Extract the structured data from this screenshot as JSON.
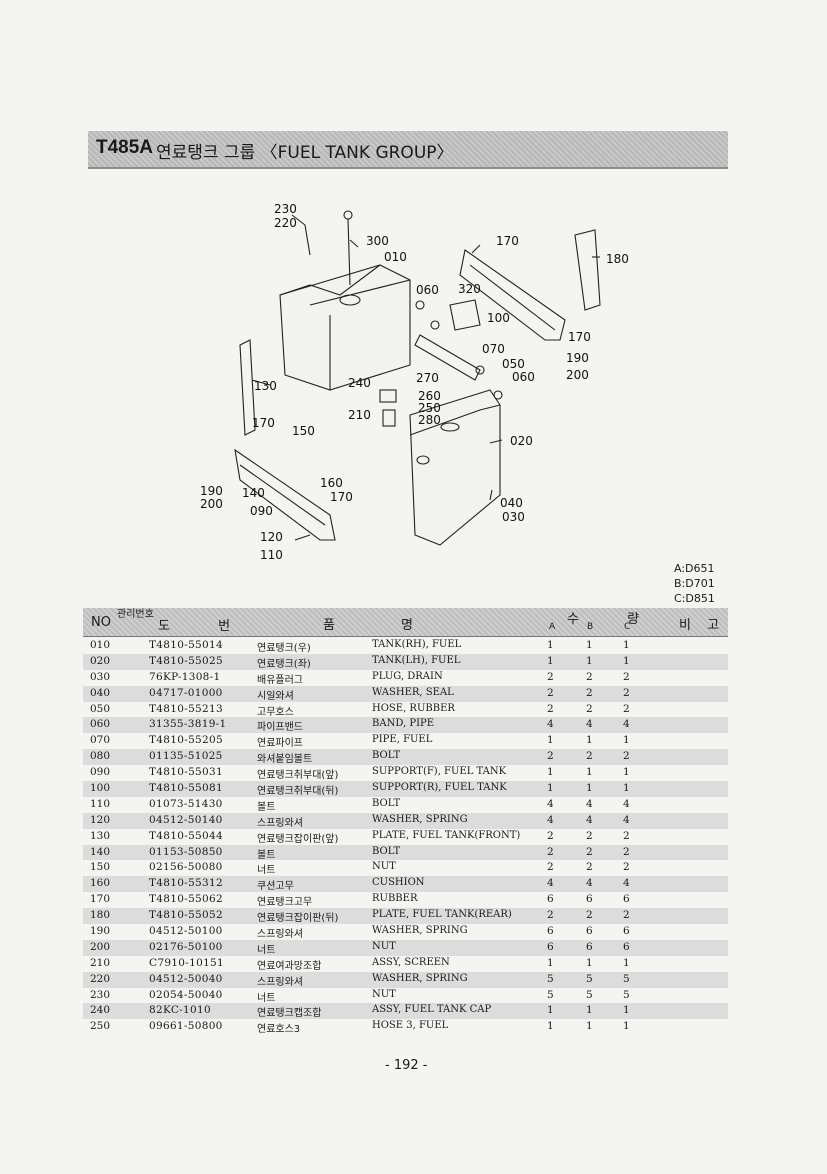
{
  "header": {
    "model": "T485A",
    "title": "연료탱크 그룹 〈FUEL TANK GROUP〉"
  },
  "diagram": {
    "callouts": [
      "230",
      "220",
      "300",
      "010",
      "170",
      "180",
      "060",
      "320",
      "100",
      "170",
      "070",
      "050",
      "060",
      "190",
      "200",
      "130",
      "240",
      "270",
      "260",
      "250",
      "280",
      "210",
      "170",
      "150",
      "020",
      "160",
      "190",
      "140",
      "170",
      "200",
      "090",
      "040",
      "030",
      "120",
      "110"
    ]
  },
  "models": [
    "A:D651",
    "B:D701",
    "C:D851"
  ],
  "table": {
    "headers": {
      "no": "NO",
      "mgmt": "관리번호",
      "drawing": "도 번",
      "name_kr": "품",
      "name_en": "명",
      "qty": "수 량",
      "a": "A",
      "b": "B",
      "c": "C",
      "note": "비 고"
    },
    "rows": [
      {
        "no": "010",
        "part": "T4810-55014",
        "kr": "연료탱크(우)",
        "en": "TANK(RH), FUEL",
        "a": "1",
        "b": "1",
        "c": "1"
      },
      {
        "no": "020",
        "part": "T4810-55025",
        "kr": "연료탱크(좌)",
        "en": "TANK(LH), FUEL",
        "a": "1",
        "b": "1",
        "c": "1"
      },
      {
        "no": "030",
        "part": "76KP-1308-1",
        "kr": "배유플러그",
        "en": "PLUG, DRAIN",
        "a": "2",
        "b": "2",
        "c": "2"
      },
      {
        "no": "040",
        "part": "04717-01000",
        "kr": "시일와셔",
        "en": "WASHER, SEAL",
        "a": "2",
        "b": "2",
        "c": "2"
      },
      {
        "no": "050",
        "part": "T4810-55213",
        "kr": "고무호스",
        "en": "HOSE, RUBBER",
        "a": "2",
        "b": "2",
        "c": "2"
      },
      {
        "no": "060",
        "part": "31355-3819-1",
        "kr": "파이프밴드",
        "en": "BAND, PIPE",
        "a": "4",
        "b": "4",
        "c": "4"
      },
      {
        "no": "070",
        "part": "T4810-55205",
        "kr": "연료파이프",
        "en": "PIPE, FUEL",
        "a": "1",
        "b": "1",
        "c": "1"
      },
      {
        "no": "080",
        "part": "01135-51025",
        "kr": "와셔붙임볼트",
        "en": "BOLT",
        "a": "2",
        "b": "2",
        "c": "2"
      },
      {
        "no": "090",
        "part": "T4810-55031",
        "kr": "연료탱크취부대(앞)",
        "en": "SUPPORT(F), FUEL TANK",
        "a": "1",
        "b": "1",
        "c": "1"
      },
      {
        "no": "100",
        "part": "T4810-55081",
        "kr": "연료탱크취부대(뒤)",
        "en": "SUPPORT(R), FUEL TANK",
        "a": "1",
        "b": "1",
        "c": "1"
      },
      {
        "no": "110",
        "part": "01073-51430",
        "kr": "볼트",
        "en": "BOLT",
        "a": "4",
        "b": "4",
        "c": "4"
      },
      {
        "no": "120",
        "part": "04512-50140",
        "kr": "스프링와셔",
        "en": "WASHER, SPRING",
        "a": "4",
        "b": "4",
        "c": "4"
      },
      {
        "no": "130",
        "part": "T4810-55044",
        "kr": "연료탱크잡이판(앞)",
        "en": "PLATE, FUEL TANK(FRONT)",
        "a": "2",
        "b": "2",
        "c": "2"
      },
      {
        "no": "140",
        "part": "01153-50850",
        "kr": "볼트",
        "en": "BOLT",
        "a": "2",
        "b": "2",
        "c": "2"
      },
      {
        "no": "150",
        "part": "02156-50080",
        "kr": "너트",
        "en": "NUT",
        "a": "2",
        "b": "2",
        "c": "2"
      },
      {
        "no": "160",
        "part": "T4810-55312",
        "kr": "쿠션고무",
        "en": "CUSHION",
        "a": "4",
        "b": "4",
        "c": "4"
      },
      {
        "no": "170",
        "part": "T4810-55062",
        "kr": "연료탱크고무",
        "en": "RUBBER",
        "a": "6",
        "b": "6",
        "c": "6"
      },
      {
        "no": "180",
        "part": "T4810-55052",
        "kr": "연료탱크잡이판(뒤)",
        "en": "PLATE, FUEL TANK(REAR)",
        "a": "2",
        "b": "2",
        "c": "2"
      },
      {
        "no": "190",
        "part": "04512-50100",
        "kr": "스프링와셔",
        "en": "WASHER, SPRING",
        "a": "6",
        "b": "6",
        "c": "6"
      },
      {
        "no": "200",
        "part": "02176-50100",
        "kr": "너트",
        "en": "NUT",
        "a": "6",
        "b": "6",
        "c": "6"
      },
      {
        "no": "210",
        "part": "C7910-10151",
        "kr": "연료여과망조합",
        "en": "ASSY, SCREEN",
        "a": "1",
        "b": "1",
        "c": "1"
      },
      {
        "no": "220",
        "part": "04512-50040",
        "kr": "스프링와셔",
        "en": "WASHER, SPRING",
        "a": "5",
        "b": "5",
        "c": "5"
      },
      {
        "no": "230",
        "part": "02054-50040",
        "kr": "너트",
        "en": "NUT",
        "a": "5",
        "b": "5",
        "c": "5"
      },
      {
        "no": "240",
        "part": "82KC-1010",
        "kr": "연료탱크캡조합",
        "en": "ASSY, FUEL TANK CAP",
        "a": "1",
        "b": "1",
        "c": "1"
      },
      {
        "no": "250",
        "part": "09661-50800",
        "kr": "연료호스3",
        "en": "HOSE 3, FUEL",
        "a": "1",
        "b": "1",
        "c": "1"
      }
    ]
  },
  "footer": {
    "page": "- 192 -"
  }
}
